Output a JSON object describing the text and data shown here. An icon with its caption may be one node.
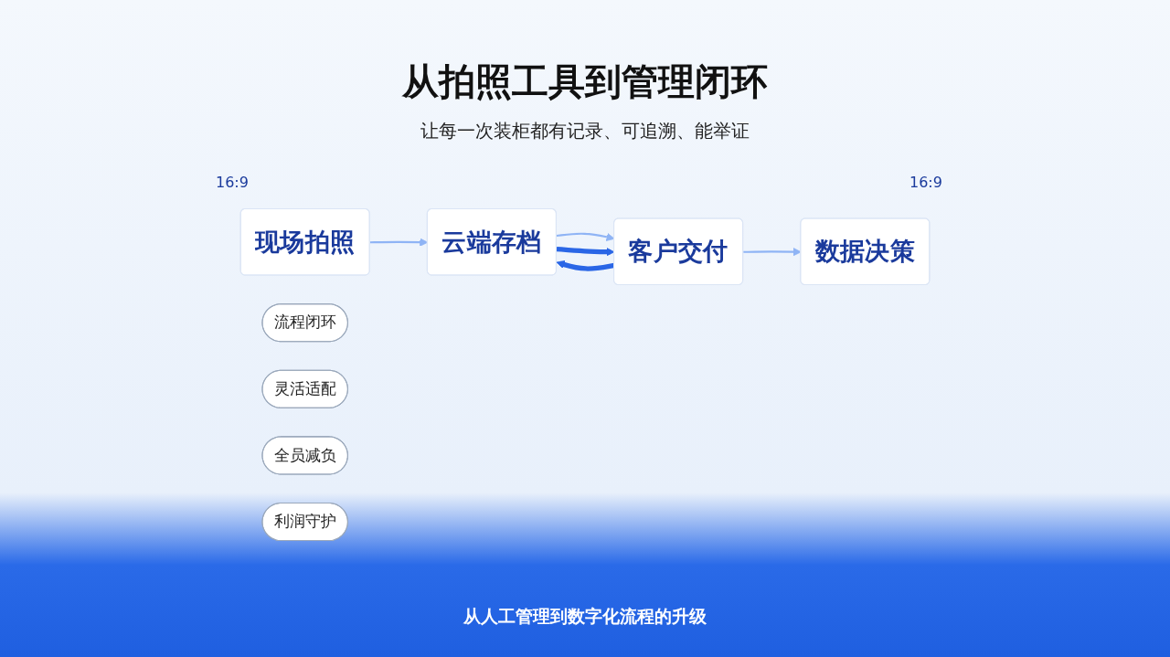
{
  "diagram": {
    "title": "从拍照工具到管理闭环",
    "caption": "从人工管理到数字化流程的升级",
    "nodes": [
      {
        "text": [
          "现场拍照"
        ]
      },
      {
        "text": [
          "云端存档"
        ]
      },
      {
        "text": [
          "客户交付"
        ]
      },
      {
        "text": [
          "数据决策"
        ]
      },
      {
        "text": [
          "流程闭环"
        ]
      },
      {
        "text": [
          "灵活适配"
        ]
      },
      {
        "text": [
          "全员减负"
        ]
      },
      {
        "text": [
          "利润守护"
        ]
      }
    ],
    "edges": [
      {
        "from": 0,
        "to": 1,
        "arrow": "to"
      },
      {
        "from": 1,
        "to": 2,
        "arrow": "to"
      },
      {
        "from": 2,
        "to": 3,
        "arrow": "to"
      },
      {
        "from": 1,
        "to": 2,
        "arrow": "to",
        "style": "thick",
        "color": "#2a66e6"
      },
      {
        "from": 2,
        "to": 1,
        "arrow": "to",
        "style": "thick",
        "color": "#2a66e6"
      }
    ],
    "labels": [
      "让每一次装柜都有记录、可追溯、能举证",
      "16:9",
      "16:9"
    ]
  }
}
